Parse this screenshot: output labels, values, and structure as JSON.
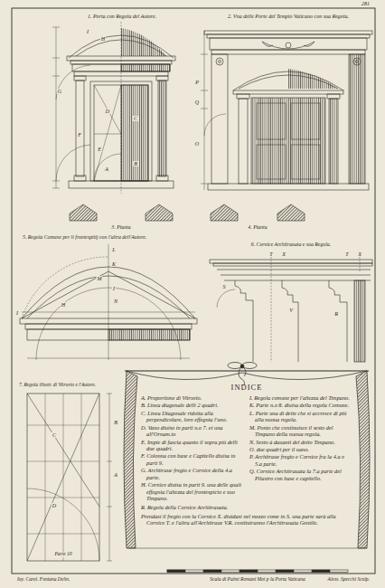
{
  "diagram": {
    "nodes": [
      {
        "text": [
          "INDICE",
          "A. Proportione di Vitruvio.",
          "B. Linea diagonale delli 2 quadri.",
          "C. Linea Diagonale ridotta alla perpendicolare, loro effegnia l'uno.",
          "D. Vano diuiso in parti n.o 7. et una all'Ornam.to",
          "E. Impie di fascia quanto il sopra più delli due quadri.",
          "F. Colonna con base e Capitello diuisa in parti 9.",
          "G. Architraue fregio e Cornice della 4.a parte.",
          "H. Cornice diuisa in parti 9. una delle quali effegnia l'altezza del frontespicio e suo Timpano.",
          "I. Regola comune per l'altezza del Timpano.",
          "K. Parte n.o 8. diuisa della regola Comune.",
          "L. Parte una di dette che si accresce di più alla nuoua regola.",
          "M. Ponto che continuisce il sesto del Timpano della nuoua regola.",
          "N. Sesto à dauanti del detto Timpano.",
          "O. due quadri per il uano.",
          "P. Architraue fregio e Cornice fra la 4.a e 5.a parte.",
          "Q. Cornice Architrauata la 7.a parte del Pilastro con base e capitello.",
          "R. Regola della Cornice Architrauata.",
          "Prendasi il fregio con la Cornice X. diuidasi nel mezzo come in S. una parte sarà alla Cornice T. e l'altra all'Architraue V.R. costituiranno l'Architrauata Gentile."
        ]
      }
    ],
    "labels": [
      "281",
      "1. Porta con Regola del Autore.",
      "2. Vna delle Porte del Tempio Vaticano con sua Regola.",
      "3. Pianta",
      "4. Pianta",
      "5. Regola Comune per li frontespitij con l'altra dell'Autore.",
      "6. Cornice Architrauata e sua Regola.",
      "7. Regola illustr. di Vitruvio e l'Autore.",
      "I",
      "H",
      "G",
      "F",
      "E",
      "D",
      "C",
      "B",
      "A",
      "P",
      "Q",
      "O",
      "L",
      "K",
      "M",
      "I",
      "N",
      "H",
      "I",
      "T",
      "X",
      "T",
      "X",
      "S",
      "V",
      "R",
      "A",
      "B",
      "C",
      "D",
      "Parte 10",
      "Ioy. Carol. Fontana Delin.",
      "Scala di Palmi Romani Moi p la Porta Vaticana",
      "Aless. Specchi Sculp."
    ]
  }
}
